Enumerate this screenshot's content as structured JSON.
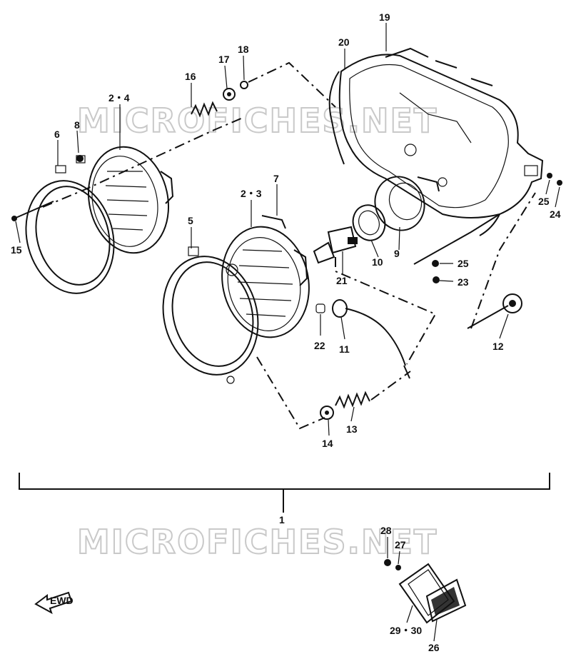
{
  "watermark": {
    "text": "MICROFICHES.NET"
  },
  "labels": {
    "p1": "1",
    "p2_4": "2・4",
    "p2_3": "2・3",
    "p5": "5",
    "p6": "6",
    "p7": "7",
    "p8": "8",
    "p9": "9",
    "p10": "10",
    "p11": "11",
    "p12": "12",
    "p13": "13",
    "p14": "14",
    "p15": "15",
    "p16": "16",
    "p17": "17",
    "p18": "18",
    "p19": "19",
    "p20": "20",
    "p21": "21",
    "p22": "22",
    "p23": "23",
    "p24": "24",
    "p25a": "25",
    "p25b": "25",
    "p26": "26",
    "p27": "27",
    "p28": "28",
    "p29_30": "29・30"
  },
  "direction_arrow": {
    "text": "EWD"
  }
}
